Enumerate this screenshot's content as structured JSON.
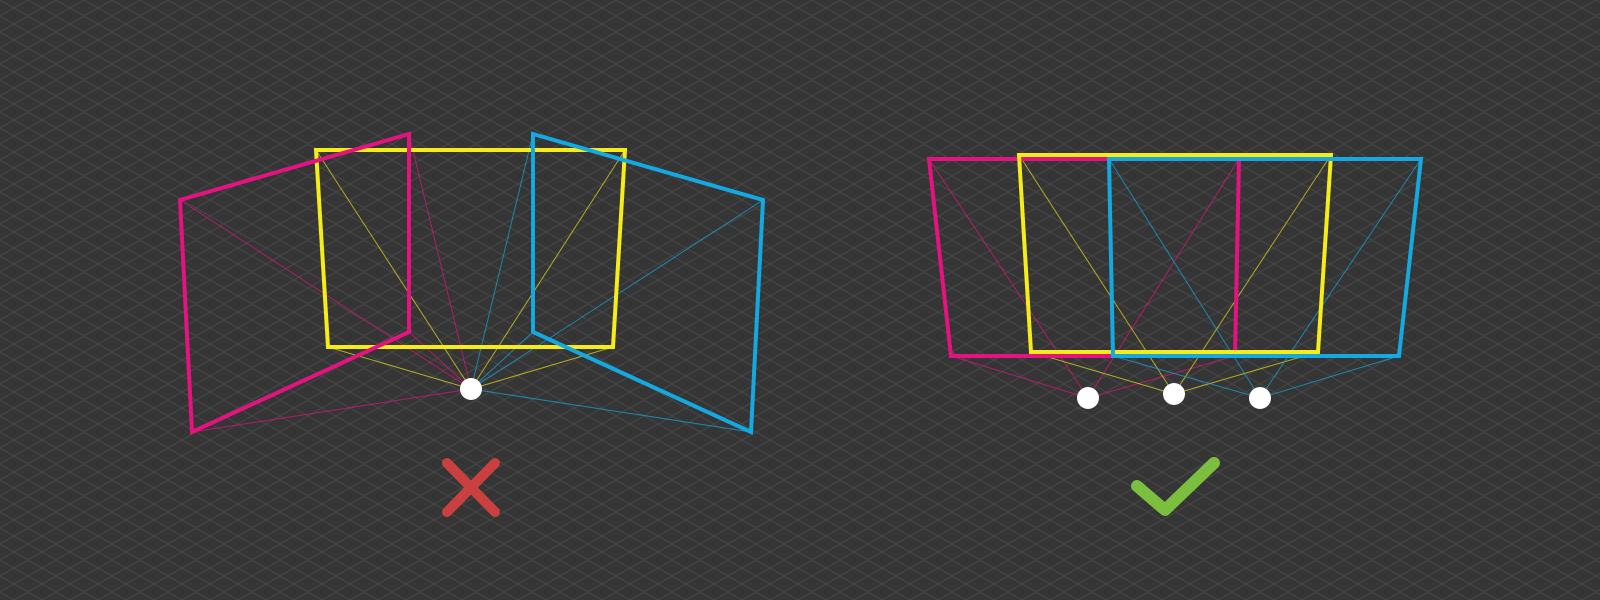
{
  "background_color": "#353535",
  "grid_color": "#484848",
  "camera_colors": {
    "magenta": "#E5137F",
    "yellow": "#F6EC1A",
    "cyan": "#14A9E1"
  },
  "camera_center_color": "#FFFFFF",
  "panels": {
    "incorrect": {
      "description_icon": "cross-icon",
      "icon_color": "#C9403F",
      "camera_count": 1,
      "image_count": 3
    },
    "correct": {
      "description_icon": "checkmark-icon",
      "icon_color": "#7CBF3F",
      "camera_count": 3,
      "image_count": 3
    }
  }
}
